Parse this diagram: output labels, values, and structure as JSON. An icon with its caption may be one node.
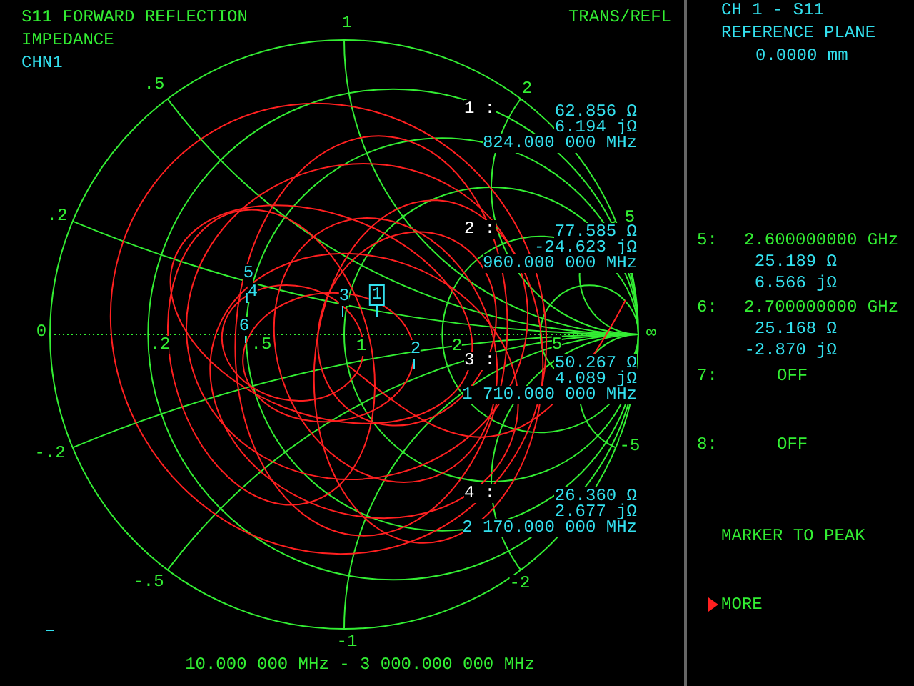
{
  "diagram": {
    "title": "S11 FORWARD REFLECTION",
    "labels": [
      "IMPEDANCE",
      "CHN1",
      "TRANS/REFL",
      "1",
      ".5",
      "2",
      ".2",
      "5",
      "0",
      "∞",
      "-.2",
      "-5",
      "-.5",
      "-2",
      "-1",
      ".2",
      ".5",
      "1",
      "2",
      "5",
      "5",
      "4",
      "6",
      "3",
      "1",
      "2",
      "1 :",
      "62.856 Ω",
      "6.194 jΩ",
      "824.000 000 MHz",
      "2 :",
      "77.585 Ω",
      "-24.623 jΩ",
      "960.000 000 MHz",
      "3 :",
      "50.267 Ω",
      "4.089 jΩ",
      "1 710.000 000 MHz",
      "4 :",
      "26.360 Ω",
      "2.677 jΩ",
      "2 170.000 000 MHz",
      "10.000 000 MHz - 3 000.000 000 MHz",
      "CH 1 - S11",
      "REFERENCE PLANE",
      "0.0000 mm",
      "5:",
      "2.600000000 GHz",
      "25.189 Ω",
      "6.566 jΩ",
      "6:",
      "2.700000000 GHz",
      "25.168 Ω",
      "-2.870 jΩ",
      "7:",
      "OFF",
      "8:",
      "OFF",
      "MARKER TO PEAK",
      "MORE"
    ]
  }
}
